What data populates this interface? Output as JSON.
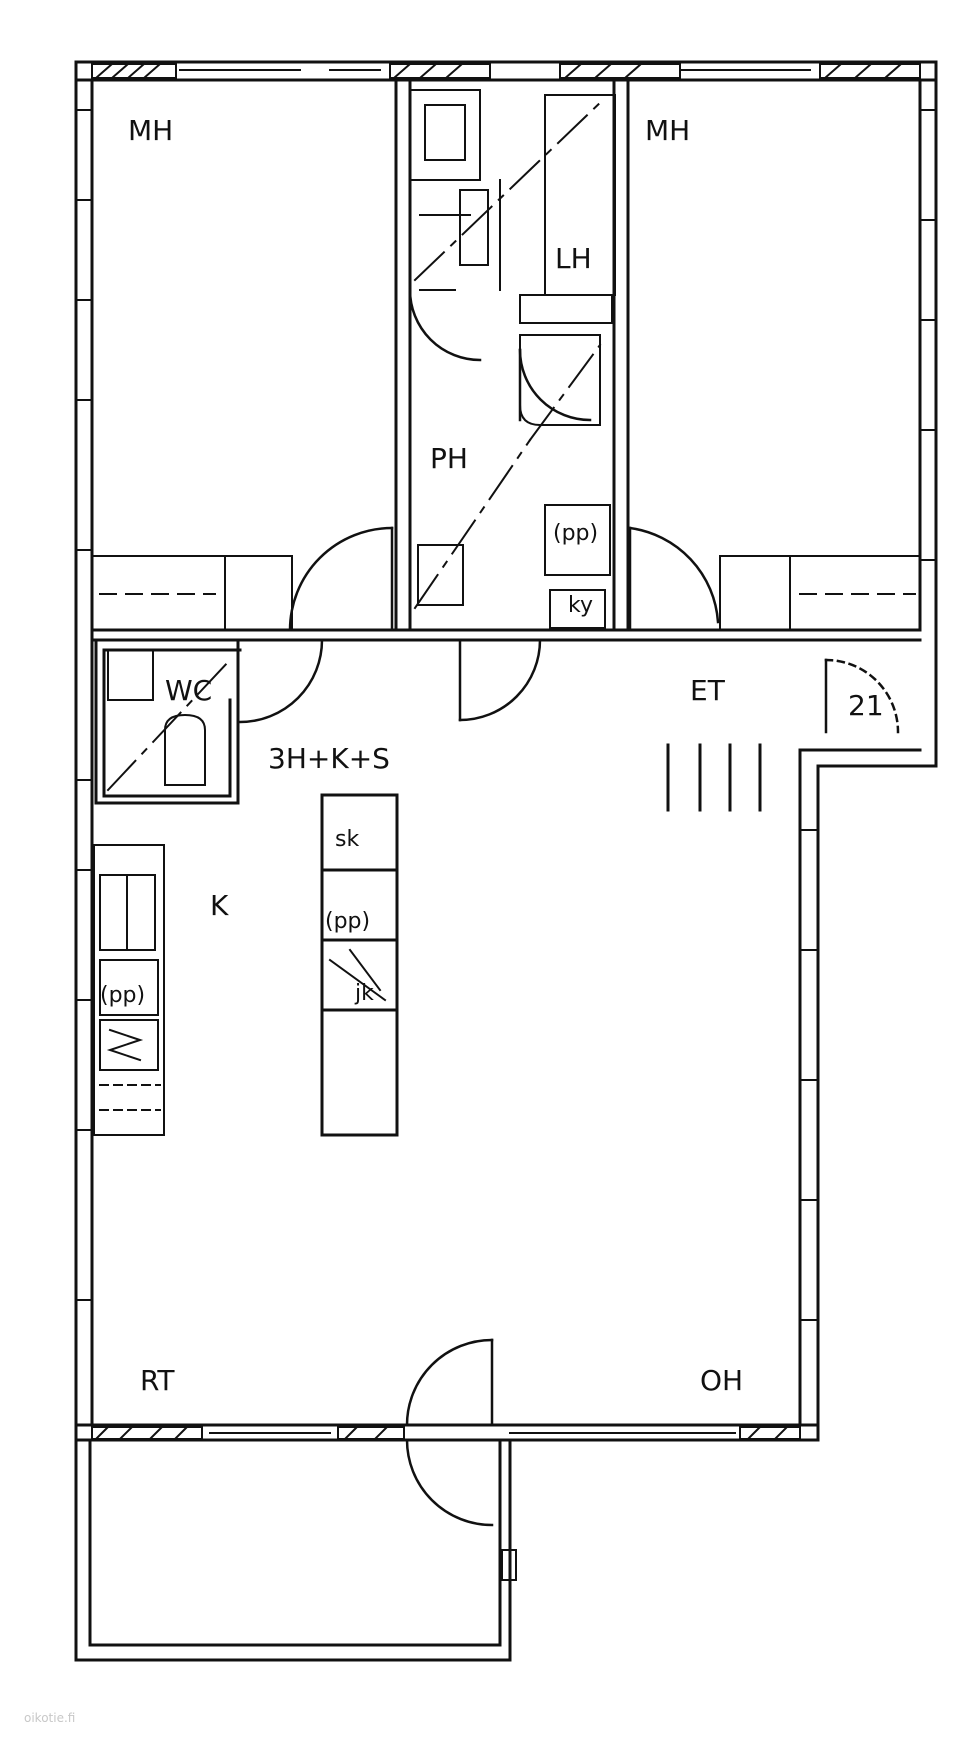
{
  "rooms": {
    "bedroom_left": "MH",
    "bedroom_right": "MH",
    "bathroom": "PH",
    "linen_closet": "LH",
    "toilet": "WC",
    "hall": "ET",
    "kitchen": "K",
    "dining": "RT",
    "living": "OH"
  },
  "apartment_type": "3H+K+S",
  "appliances": {
    "washer": "(pp)",
    "dryer": "ky",
    "sink": "sk",
    "dishwasher": "(pp)",
    "fridge": "jk",
    "kitchen_dishwasher": "(pp)"
  },
  "misc": {
    "unit_number": "21"
  },
  "watermark": "oikotie.fi"
}
